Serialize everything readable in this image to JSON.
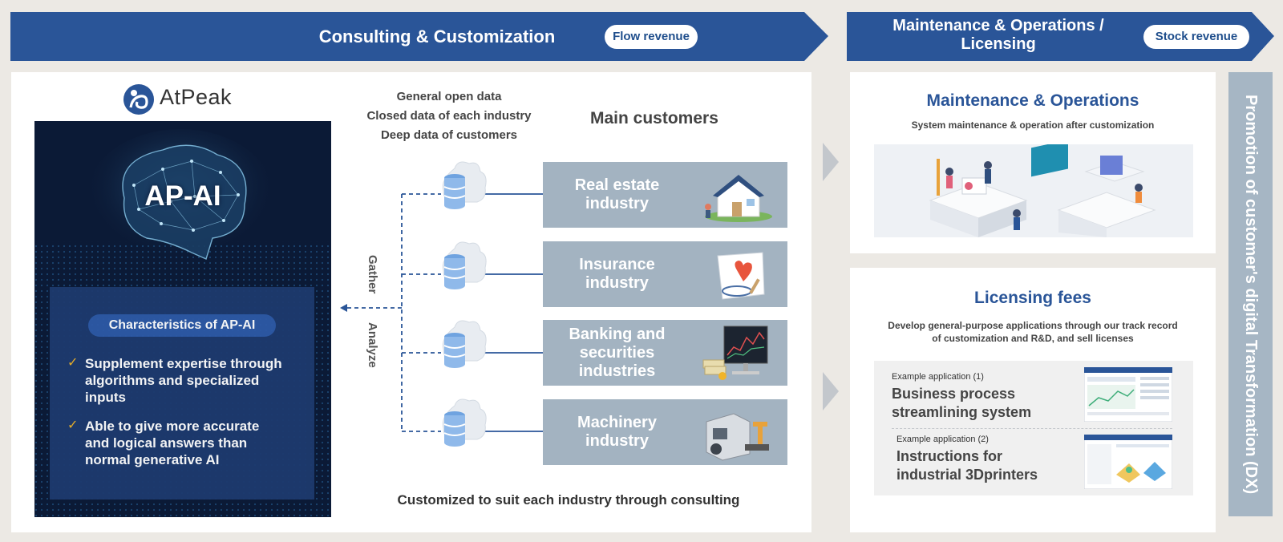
{
  "colors": {
    "banner": "#2a5598",
    "panel_dark": "#0b1a36",
    "feature_box": "#1d3a6e",
    "industry_box": "#a3b3c1",
    "title_blue": "#2a5598",
    "check": "#f0b429",
    "dx_bar": "#a6b6c4"
  },
  "banner_left": {
    "title": "Consulting & Customization",
    "badge": "Flow revenue"
  },
  "banner_right": {
    "title_line1": "Maintenance & Operations /",
    "title_line2": "Licensing",
    "badge": "Stock revenue"
  },
  "brand": {
    "logo_text": "AtPeak",
    "product": "AP-AI"
  },
  "characteristics": {
    "title": "Characteristics of AP-AI",
    "items": [
      {
        "line1": "Supplement expertise through",
        "line2": "algorithms and specialized",
        "line3": "inputs"
      },
      {
        "line1": "Able to give more accurate",
        "line2": "and logical answers than",
        "line3": "normal generative AI"
      }
    ]
  },
  "data_sources": [
    "General open data",
    "Closed data of each industry",
    "Deep data of customers"
  ],
  "flow_labels": {
    "gather": "Gather",
    "analyze": "Analyze"
  },
  "main_customers": {
    "title": "Main customers",
    "industries": [
      {
        "line1": "Real estate",
        "line2": "industry",
        "line3": "",
        "icon": "house-icon"
      },
      {
        "line1": "Insurance",
        "line2": "industry",
        "line3": "",
        "icon": "insurance-icon"
      },
      {
        "line1": "Banking and",
        "line2": "securities",
        "line3": "industries",
        "icon": "finance-icon"
      },
      {
        "line1": "Machinery",
        "line2": "industry",
        "line3": "",
        "icon": "machine-icon"
      }
    ]
  },
  "footer_note": "Customized to suit each industry through consulting",
  "maintenance": {
    "title": "Maintenance & Operations",
    "subtitle": "System maintenance & operation after customization"
  },
  "licensing": {
    "title": "Licensing fees",
    "desc_line1": "Develop general-purpose applications through our track record",
    "desc_line2": "of customization and R&D, and sell licenses",
    "examples": [
      {
        "tag": "Example application (1)",
        "line1": "Business process",
        "line2": "streamlining system"
      },
      {
        "tag": "Example application (2)",
        "line1": "Instructions for",
        "line2": "industrial 3Dprinters"
      }
    ]
  },
  "dx_bar_text": "Promotion of customer's digital Transformation (DX)"
}
